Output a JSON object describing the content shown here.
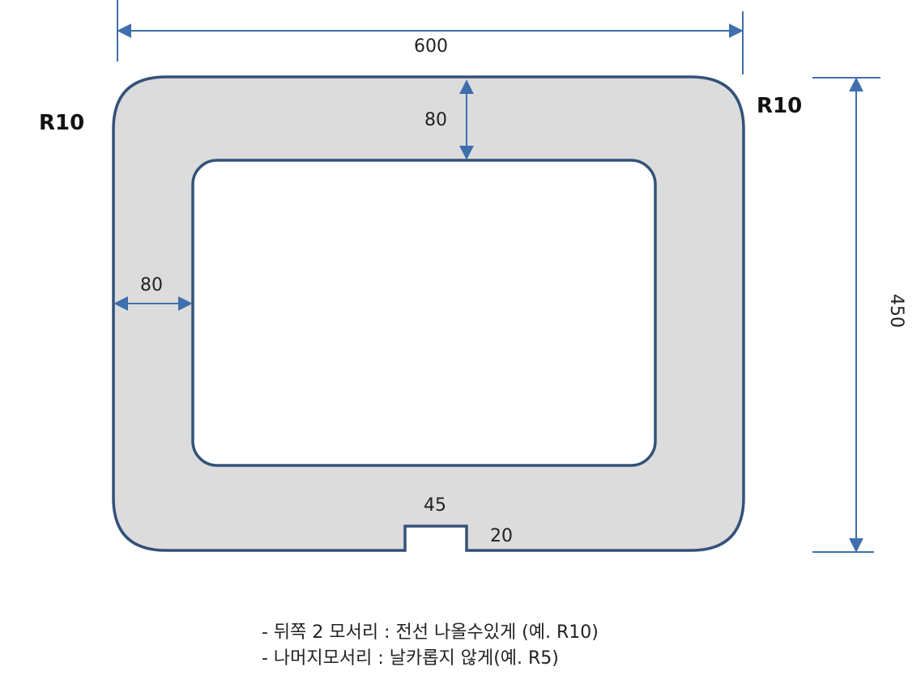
{
  "drawing": {
    "dimensions": {
      "width": "600",
      "height": "450",
      "top_thickness": "80",
      "left_thickness": "80",
      "notch_width": "45",
      "notch_depth": "20"
    },
    "corner_labels": {
      "left": "R10",
      "right": "R10"
    },
    "colors": {
      "frame_fill": "#dcdcdc",
      "outline": "#34527a",
      "dimension_line": "#3f6fad"
    }
  },
  "notes": [
    "- 뒤쪽 2 모서리 : 전선 나올수있게 (예. R10)",
    "- 나머지모서리 : 날카롭지 않게(예. R5)"
  ]
}
